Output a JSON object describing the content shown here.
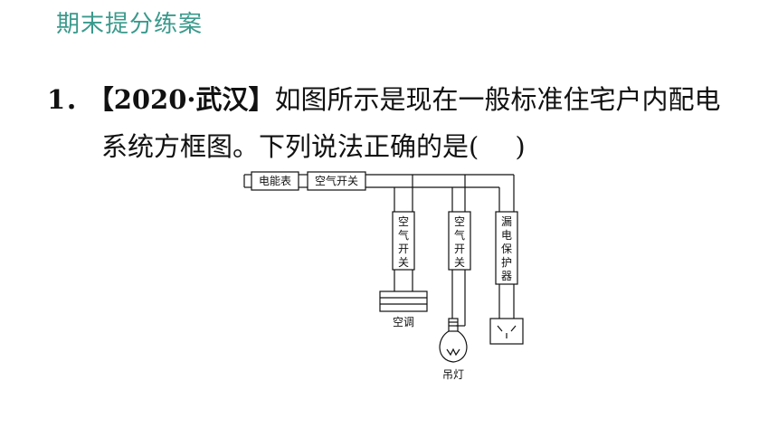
{
  "header": {
    "title": "期末提分练案"
  },
  "question": {
    "number": "1．",
    "source": "【2020·武汉】",
    "text_line1": "如图所示是现在一般标准住宅户内配电",
    "text_line2": "系统方框图。下列说法正确的是(",
    "paren_close": ")"
  },
  "diagram": {
    "meter_label": "电能表",
    "main_switch_label": "空气开关",
    "branch1_switch": [
      "空",
      "气",
      "开",
      "关"
    ],
    "branch2_switch": [
      "空",
      "气",
      "开",
      "关"
    ],
    "leakage_protector": [
      "漏",
      "电",
      "保",
      "护",
      "器"
    ],
    "ac_label": "空调",
    "lamp_label": "吊灯"
  },
  "colors": {
    "header": "#3a9a8c",
    "text": "#111111",
    "line": "#111111"
  }
}
